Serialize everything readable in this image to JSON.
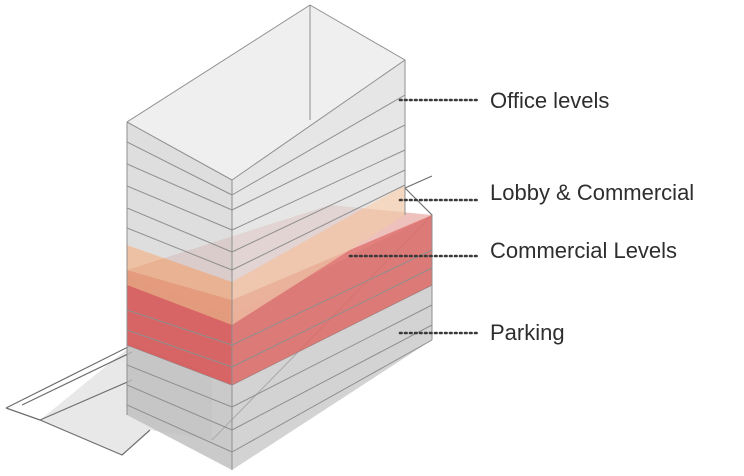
{
  "labels": {
    "office": "Office levels",
    "lobby": "Lobby & Commercial",
    "commercial": "Commercial Levels",
    "parking": "Parking"
  },
  "colors": {
    "office_fill": "#d3d3d3",
    "lobby_fill": "#e8b28e",
    "commercial_fill": "#dd5c5c",
    "parking_fill": "#bdbdbd",
    "edge": "#8f8f8f",
    "leader": "#3a3a3a",
    "text": "#2e2e2e"
  }
}
